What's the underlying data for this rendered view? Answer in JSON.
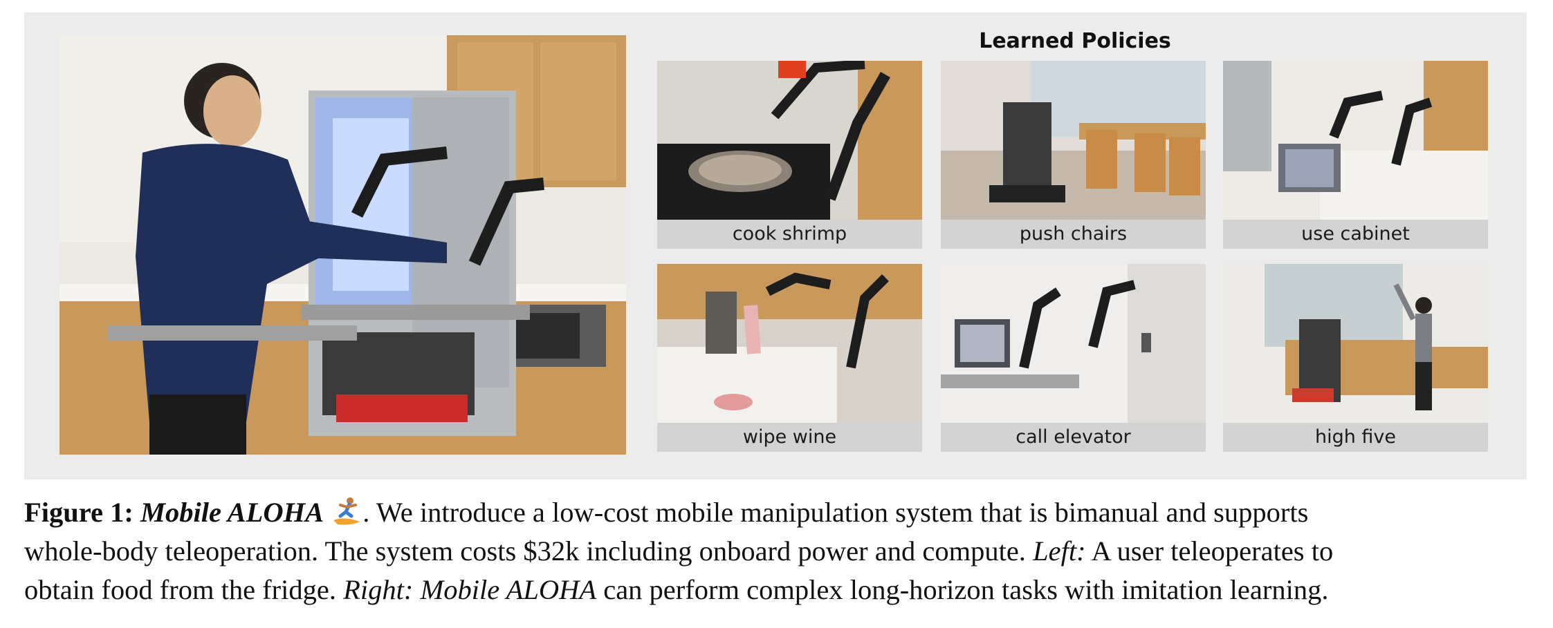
{
  "panel": {
    "title": "Learned Policies"
  },
  "main_photo": {
    "alt": ""
  },
  "tiles": [
    {
      "caption": "cook shrimp"
    },
    {
      "caption": "push chairs"
    },
    {
      "caption": "use cabinet"
    },
    {
      "caption": "wipe wine"
    },
    {
      "caption": "call elevator"
    },
    {
      "caption": "high five"
    }
  ],
  "caption": {
    "label": "Figure 1:",
    "name": "Mobile ALOHA",
    "line1_rest": ". We introduce a low-cost mobile manipulation system that is bimanual and supports",
    "line2_a": "whole-body teleoperation. The system costs $32k including onboard power and compute. ",
    "line2_left": "Left:",
    "line2_b": " A user teleoperates to",
    "line3_a": "obtain food from the fridge. ",
    "line3_right": "Right: Mobile ALOHA",
    "line3_b": " can perform complex long-horizon tasks with imitation learning."
  },
  "icons": {
    "surfer": "person-surfing-icon"
  },
  "colors": {
    "panel_bg": "#ececec",
    "caption_bar": "#d3d3d3"
  }
}
